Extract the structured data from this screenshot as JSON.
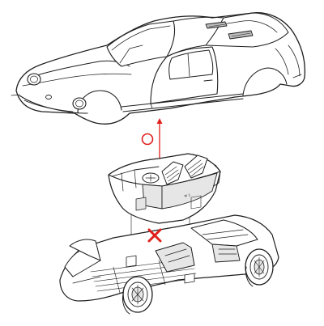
{
  "figure": {
    "parts": {
      "body": "car-body-shell",
      "cockpit": "cockpit-tub",
      "chassis": "chassis-frame"
    },
    "markers": {
      "allowed": {
        "symbol": "circle",
        "color": "#e0201b"
      },
      "not_allowed": {
        "symbol": "cross",
        "color": "#e0201b"
      }
    },
    "guide_line_color": "#e0201b",
    "line_color": "#1e1e1e"
  }
}
